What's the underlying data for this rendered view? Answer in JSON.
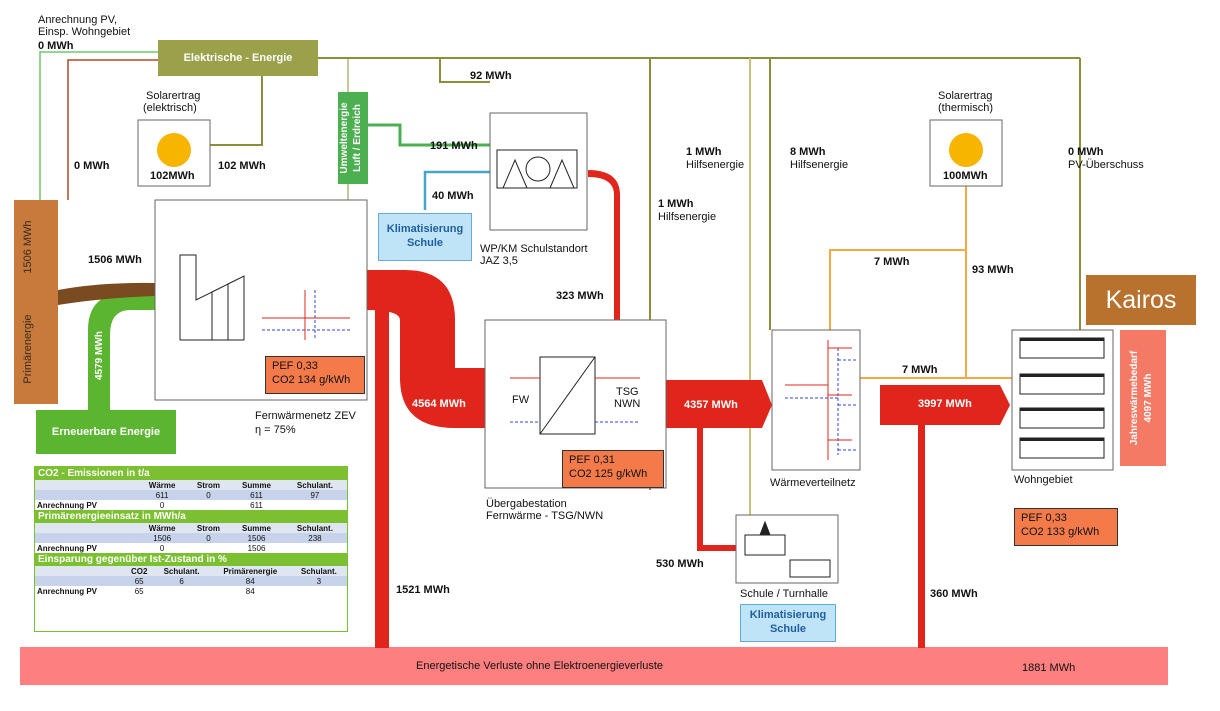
{
  "labels": {
    "anrechnung_pv": "Anrechnung PV,",
    "einsp_wohngebiet": "Einsp. Wohngebiet",
    "anrechnung_val": "0 MWh",
    "elektrische_energie": "Elektrische - Energie",
    "solar_el_1": "Solarertrag",
    "solar_el_2": "(elektrisch)",
    "solar_el_val": "102MWh",
    "solar_el_flow": "102 MWh",
    "zero_mwh_left": "0 MWh",
    "umweltenergie_1": "Umweltenergie",
    "umweltenergie_2": "Luft / Erdreich",
    "flow_92": "92 MWh",
    "flow_191": "191 MWh",
    "flow_40": "40 MWh",
    "klima_1": "Klimatisierung",
    "klima_2": "Schule",
    "wp_1": "WP/KM Schulstandort",
    "wp_2": "JAZ 3,5",
    "hilfs1_val": "1 MWh",
    "hilfs1_txt": "Hilfsenergie",
    "hilfs2_val": "1 MWh",
    "hilfs2_txt": "Hilfsenergie",
    "hilfs3_val": "8 MWh",
    "hilfs3_txt": "Hilfsenergie",
    "solar_th_1": "Solarertrag",
    "solar_th_2": "(thermisch)",
    "solar_th_val": "100MWh",
    "pv_val": "0 MWh",
    "pv_txt": "PV-Überschuss",
    "primaer_val": "1506   MWh",
    "primaer_txt": "Primärenergie",
    "flow_1506": "1506 MWh",
    "flow_4579": "4579 MWh",
    "erneuerbar": "Erneuerbare Energie",
    "fw_pef1": "PEF     0,33",
    "fw_pef2": "CO2    134  g/kWh",
    "fw_name": "Fernwärmenetz ZEV",
    "fw_eta": "η = 75%",
    "flow_323": "323 MWh",
    "flow_4564": "4564 MWh",
    "fw_label": "FW",
    "tsg_1": "TSG",
    "tsg_2": "NWN",
    "ue_pef1": "PEF     0,31",
    "ue_pef2": "CO2    125  g/kWh",
    "ue_name1": "Übergabestation",
    "ue_name2": "Fernwärme - TSG/NWN",
    "flow_4357": "4357 MWh",
    "flow_7a": "7 MWh",
    "flow_93": "93 MWh",
    "flow_7b": "7 MWh",
    "flow_3997": "3997 MWh",
    "waermeverteil": "Wärmeverteilnetz",
    "wohngebiet": "Wohngebiet",
    "kairos": "Kairos",
    "jahres_1": "Jahreswärmebedarf",
    "jahres_2": "4097    MWh",
    "wg_pef1": "PEF     0,33",
    "wg_pef2": "CO2    133  g/kWh",
    "flow_530": "530 MWh",
    "schule": "Schule / Turnhalle",
    "flow_1521": "1521 MWh",
    "flow_360": "360 MWh",
    "verluste": "Energetische Verluste ohne Elektroenergieverluste",
    "flow_1881": "1881 MWh"
  },
  "emissions": {
    "co2_title": "CO2 - Emissionen in t/a",
    "headers": [
      "",
      "Wärme",
      "Strom",
      "Summe",
      "Schulant."
    ],
    "co2_row": [
      "",
      "611",
      "0",
      "611",
      "97"
    ],
    "co2_pv": [
      "Anrechnung PV",
      "0",
      "",
      "611",
      ""
    ],
    "pe_title": "Primärenergieeinsatz in MWh/a",
    "pe_row": [
      "",
      "1506",
      "0",
      "1506",
      "238"
    ],
    "pe_pv": [
      "Anrechnung PV",
      "0",
      "",
      "1506",
      ""
    ],
    "sp_title": "Einsparung gegenüber Ist-Zustand in %",
    "sp_headers": [
      "",
      "CO2",
      "Schulant.",
      "Primärenergie",
      "Schulant."
    ],
    "sp_row": [
      "",
      "65",
      "6",
      "84",
      "3"
    ],
    "sp_pv": [
      "Anrechnung PV",
      "65",
      "",
      "84",
      ""
    ]
  },
  "colors": {
    "heat_red": "#e0261c",
    "renewable_green": "#5cb531",
    "primary_brown": "#c87a3c",
    "electric_olive": "#9ba04a",
    "solar_orange": "#f6a941",
    "loss_pink": "#fe7f7f",
    "kairos_brown": "#b8722e"
  }
}
